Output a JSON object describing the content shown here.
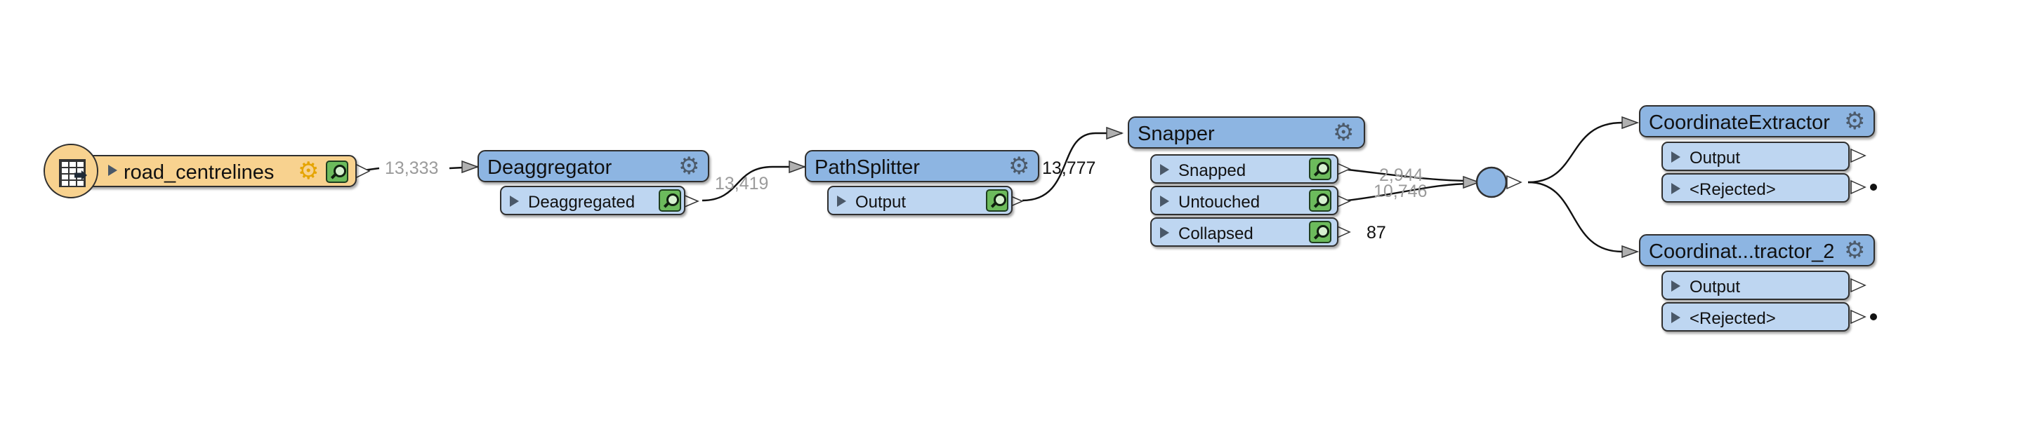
{
  "workspace": {
    "reader": {
      "label": "road_centrelines",
      "count": "13,333"
    },
    "transformers": [
      {
        "id": "deaggregator",
        "label": "Deaggregator",
        "ports": [
          {
            "label": "Deaggregated",
            "count": "13,419"
          }
        ]
      },
      {
        "id": "pathsplitter",
        "label": "PathSplitter",
        "ports": [
          {
            "label": "Output",
            "count": "13,777"
          }
        ]
      },
      {
        "id": "snapper",
        "label": "Snapper",
        "ports": [
          {
            "label": "Snapped",
            "count": "2,944"
          },
          {
            "label": "Untouched",
            "count": "10,746"
          },
          {
            "label": "Collapsed",
            "count": "87"
          }
        ]
      },
      {
        "id": "coordext1",
        "label": "CoordinateExtractor",
        "ports": [
          {
            "label": "Output"
          },
          {
            "label": "<Rejected>"
          }
        ]
      },
      {
        "id": "coordext2",
        "label": "Coordinat...tractor_2",
        "ports": [
          {
            "label": "Output"
          },
          {
            "label": "<Rejected>"
          }
        ]
      }
    ]
  },
  "colors": {
    "reader_fill": "#f8d28f",
    "transformer_header": "#8db5e2",
    "port_fill": "#bed6f1",
    "inspector_green": "#6cbb5c",
    "count_gray": "#9b9b9b",
    "connector": "#111111"
  },
  "icons": {
    "reader": "table-reader-icon",
    "settings": "gear-icon",
    "inspect": "magnifier-inspect-icon",
    "junction": "junction-node-icon"
  }
}
